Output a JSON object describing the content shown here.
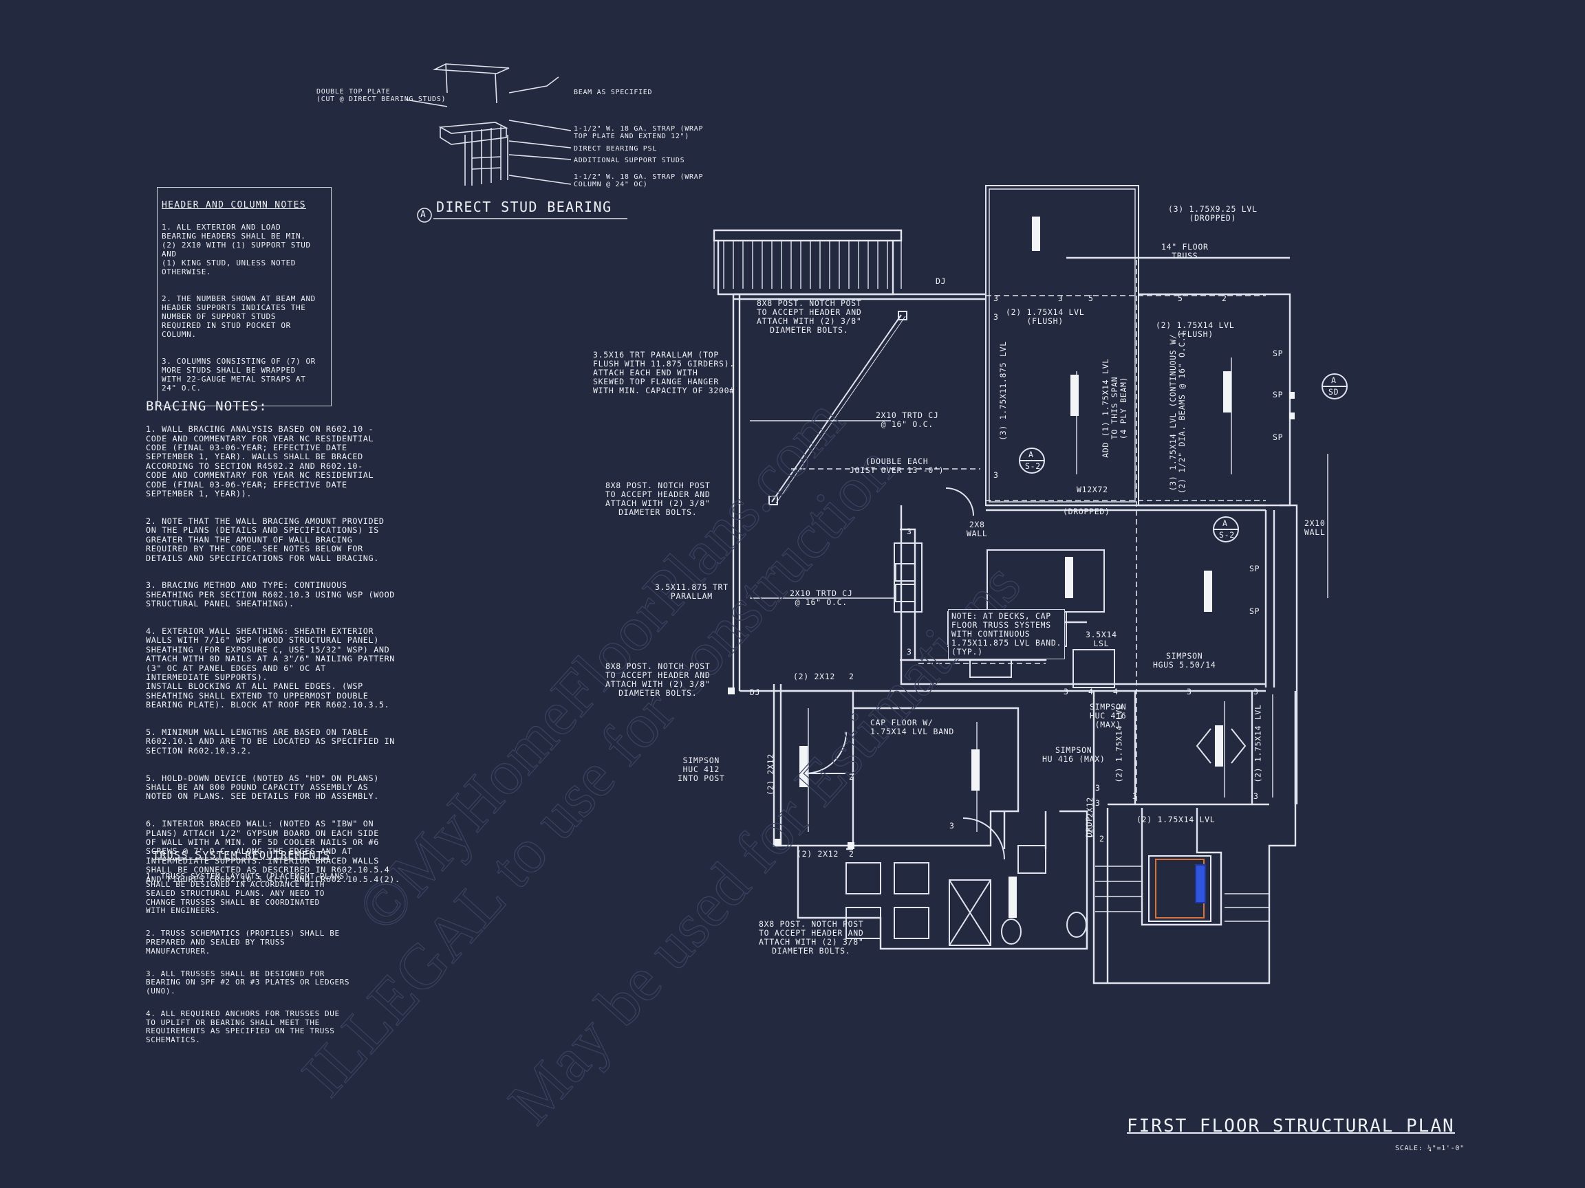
{
  "title": "FIRST FLOOR STRUCTURAL PLAN",
  "scale": "SCALE: ¼\"=1'-0\"",
  "watermarks": [
    "©MyHomeFloorPlans.com",
    "ILLEGAL to use for construction",
    "May be used for Estimations"
  ],
  "colors": {
    "background": "#232a3f",
    "ink": "#e8ecf4",
    "fixture_accent": "#d9743a",
    "fixture_blue": "#3056e0"
  },
  "header_notes": {
    "heading": "HEADER AND COLUMN NOTES",
    "paragraphs": [
      "1. ALL EXTERIOR AND LOAD\nBEARING HEADERS SHALL BE MIN.\n(2) 2x10 WITH (1) SUPPORT STUD AND\n(1) KING STUD, UNLESS NOTED\nOTHERWISE.",
      "2. THE NUMBER SHOWN AT BEAM AND\nHEADER SUPPORTS INDICATES THE\nNUMBER OF SUPPORT STUDS\nREQUIRED IN STUD POCKET OR\nCOLUMN.",
      "3. COLUMNS CONSISTING OF (7) OR\nMORE STUDS SHALL BE WRAPPED\nWITH 22-GAUGE METAL STRAPS AT\n24\" O.C."
    ]
  },
  "bracing_notes": {
    "heading": "BRACING NOTES:",
    "paragraphs": [
      "1. WALL BRACING ANALYSIS BASED ON R602.10 -\nCODE AND COMMENTARY FOR YEAR NC RESIDENTIAL\nCODE (FINAL 03-06-YEAR; EFFECTIVE DATE\nSEPTEMBER 1, YEAR). WALLS SHALL BE BRACED\nACCORDING TO SECTION R4502.2 AND R602.10-\nCODE AND COMMENTARY FOR YEAR NC RESIDENTIAL\nCODE (FINAL 03-06-YEAR; EFFECTIVE DATE\nSEPTEMBER 1, YEAR)).",
      "2. NOTE THAT THE WALL BRACING AMOUNT PROVIDED\nON THE PLANS (DETAILS AND SPECIFICATIONS) IS\nGREATER THAN THE AMOUNT OF WALL BRACING\nREQUIRED BY THE CODE. SEE NOTES BELOW FOR\nDETAILS AND SPECIFICATIONS FOR WALL BRACING.",
      "3. BRACING METHOD AND TYPE: CONTINUOUS\nSHEATHING PER SECTION R602.10.3 USING WSP (WOOD\nSTRUCTURAL PANEL SHEATHING).",
      "4. EXTERIOR WALL SHEATHING: SHEATH EXTERIOR\nWALLS WITH 7/16\" WSP (WOOD STRUCTURAL PANEL)\nSHEATHING (FOR EXPOSURE C, USE 15/32\" WSP) AND\nATTACH WITH 8d NAILS AT A 3\"/6\" NAILING PATTERN\n(3\" OC AT PANEL EDGES AND 6\" OC AT\nINTERMEDIATE SUPPORTS).\nINSTALL BLOCKING AT ALL PANEL EDGES. (WSP\nSHEATHING SHALL EXTEND TO UPPERMOST DOUBLE\nBEARING PLATE). BLOCK AT ROOF PER R602.10.3.5.",
      "5. MINIMUM WALL LENGTHS ARE BASED ON TABLE\nR602.10.1 AND ARE TO BE LOCATED AS SPECIFIED IN\nSECTION R602.10.3.2.",
      "5. HOLD-DOWN DEVICE (NOTED AS \"HD\" ON PLANS)\nSHALL BE AN 800 POUND CAPACITY ASSEMBLY AS\nNOTED ON PLANS. SEE DETAILS FOR HD ASSEMBLY.",
      "6. INTERIOR BRACED WALL: (NOTED AS \"IBW\" ON\nPLANS) ATTACH 1/2\" GYPSUM BOARD ON EACH SIDE\nOF WALL WITH A MIN. OF 5d COOLER NAILS OR #6\nSCREWS @ 7\" O.C. ALONG THE EDGES AND AT\nINTERMEDIATE SUPPORTS. INTERIOR BRACED WALLS\nSHALL BE CONNECTED AS DESCRIBED IN R602.10.5.4\nAND FIGURES CR602.10.5.4(1) AND CR602.10.5.4(2)."
    ]
  },
  "truss_notes": {
    "heading": "TRUSS SYSTEM REQUIREMENTS",
    "paragraphs": [
      "1. TRUSS SYSTEM LAYOUTS (PLACEMENT PLANS)\nSHALL BE DESIGNED IN ACCORDANCE WITH\nSEALED STRUCTURAL PLANS. ANY NEED TO\nCHANGE TRUSSES SHALL BE COORDINATED\nWITH ENGINEERS.",
      "2. TRUSS SCHEMATICS (PROFILES) SHALL BE\nPREPARED AND SEALED BY TRUSS\nMANUFACTURER.",
      "3. ALL TRUSSES SHALL BE DESIGNED FOR\nBEARING ON SPF #2 OR #3 PLATES OR LEDGERS\n(UNO).",
      "4. ALL REQUIRED ANCHORS FOR TRUSSES DUE\nTO UPLIFT OR BEARING SHALL MEET THE\nREQUIREMENTS AS SPECIFIED ON THE TRUSS\nSCHEMATICS."
    ]
  },
  "detail": {
    "tag": "A",
    "title": "DIRECT STUD BEARING",
    "callouts": [
      "DOUBLE TOP PLATE\n(CUT @ DIRECT BEARING STUDS)",
      "BEAM AS SPECIFIED",
      "1-1/2\" W. 18 GA. STRAP (WRAP\nTOP PLATE AND EXTEND 12\")",
      "DIRECT BEARING PSL",
      "ADDITIONAL SUPPORT STUDS",
      "1-1/2\" W. 18 GA. STRAP (WRAP\nCOLUMN @ 24\" OC)"
    ]
  },
  "plan_labels": {
    "post_1": "8x8 POST. NOTCH POST\nTO ACCEPT HEADER AND\nATTACH WITH (2) 3/8\"\nDIAMETER BOLTS.",
    "parallam_1": "3.5x16 TRT PARALLAM (TOP\nFLUSH WITH 11.875 GIRDERS).\nATTACH EACH END WITH\nSKEWED TOP FLANGE HANGER\nWITH MIN. CAPACITY OF 3200#",
    "post_2": "8x8 POST. NOTCH POST\nTO ACCEPT HEADER AND\nATTACH WITH (2) 3/8\"\nDIAMETER BOLTS.",
    "parallam_2": "3.5x11.875 TRT\nPARALLAM",
    "post_3": "8x8 POST. NOTCH POST\nTO ACCEPT HEADER AND\nATTACH WITH (2) 3/8\"\nDIAMETER BOLTS.",
    "huc412": "SIMPSON\nHUC 412\nINTO POST",
    "post_4": "8x8 POST. NOTCH POST\nTO ACCEPT HEADER AND\nATTACH WITH (2) 3/8\"\nDIAMETER BOLTS.",
    "cj_upper": "2x10 TRTD CJ\n@ 16\" O.C.",
    "cj_lower": "2x10 TRTD CJ\n@ 16\" O.C.",
    "double_joist": "(DOUBLE EACH\nJOIST OVER 13'-0\")",
    "dj_top": "DJ",
    "dj_left": "DJ",
    "lvl_dropped_top": "(3) 1.75x9.25 LVL\n(DROPPED)",
    "floor_truss": "14\" FLOOR\nTRUSS",
    "lvl_flush_left": "(2) 1.75x14 LVL\n(FLUSH)",
    "lvl_flush_right": "(2) 1.75x14 LVL\n(FLUSH)",
    "lvl_vertical_left": "(3) 1.75x11.875 LVL",
    "add_lvl": "ADD (1) 1.75x14 LVL\nTO THIS SPAN\n(4 PLY BEAM)",
    "lvl_continuous": "(3) 1.75x14 LVL (CONTINUOUS w/\n(2) 1/2\" DIA. BEAMS @ 16\" O.C.)",
    "w12x72": "W12x72",
    "dropped_mid": "(DROPPED)",
    "wall_2x8": "2x8\nWALL",
    "wall_2x10": "2x10\nWALL",
    "deck_note": "NOTE: AT DECKS, CAP\nFLOOR TRUSS SYSTEMS\nWITH CONTINUOUS\n1.75x11.875 LVL BAND.\n(TYP.)",
    "lsl": "3.5x14\nLSL",
    "hgus": "SIMPSON\nHGUS 5.50/14",
    "huc416_a": "SIMPSON\nHUC 416\n(MAX)",
    "hu416_b": "SIMPSON\nHU 416 (MAX)",
    "cap_floor": "CAP FLOOR w/\n1.75x14 LVL BAND",
    "lvl_bottom": "(2) 1.75x14 LVL",
    "two_2x12_top": "(2) 2x12",
    "two_2x12_bot": "(2) 2x12",
    "two_2x12_vert": "(2) 2x12",
    "lvl_v_a": "(2) 1.75x14 LVL",
    "lvl_v_b": "(2) 1.75x14 LVL",
    "dbl_2x12_small": "(2) 2x12",
    "drop_small": "DROP",
    "section_a1": "A",
    "section_s2_1": "S-2",
    "section_a2": "A",
    "section_s2_2": "S-2",
    "section_a3": "A",
    "section_sd": "SD",
    "sp": "SP",
    "stud_counts": [
      "3",
      "3",
      "3",
      "5",
      "5",
      "2",
      "3",
      "3",
      "3",
      "3",
      "3",
      "2",
      "2",
      "3",
      "3",
      "3",
      "3",
      "3",
      "3",
      "4",
      "4",
      "2",
      "2"
    ]
  }
}
